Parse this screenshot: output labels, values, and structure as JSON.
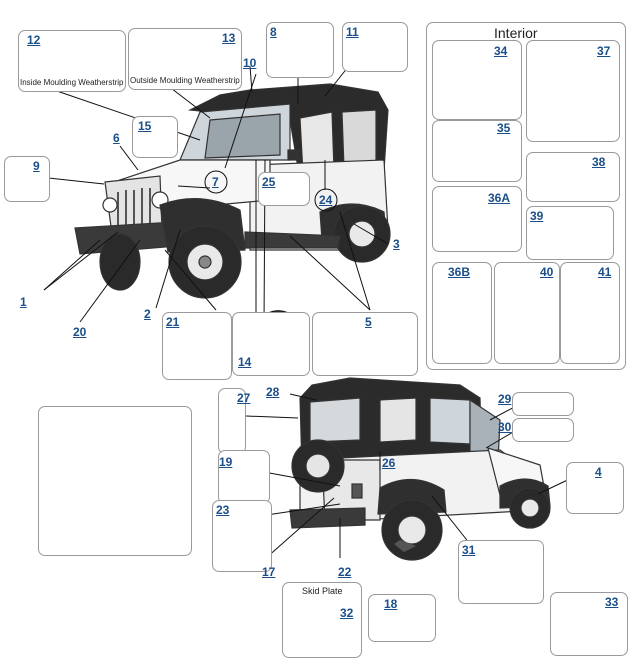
{
  "interior": {
    "title": "Interior"
  },
  "box_labels": {
    "inside_moulding": "Inside Moulding Weatherstrip",
    "outside_moulding": "Outside Moulding Weatherstrip",
    "skid_plate": "Skid Plate"
  },
  "callouts": {
    "n1": "1",
    "n2": "2",
    "n3": "3",
    "n4": "4",
    "n5": "5",
    "n6": "6",
    "n7": "7",
    "n8": "8",
    "n9": "9",
    "n10": "10",
    "n11": "11",
    "n12": "12",
    "n13": "13",
    "n14": "14",
    "n15": "15",
    "n17": "17",
    "n18": "18",
    "n19": "19",
    "n20": "20",
    "n21": "21",
    "n22": "22",
    "n23": "23",
    "n24": "24",
    "n25": "25",
    "n26": "26",
    "n27": "27",
    "n28": "28",
    "n29": "29",
    "n30": "30",
    "n31": "31",
    "n32": "32",
    "n33": "33",
    "n34": "34",
    "n35": "35",
    "n36a": "36A",
    "n36b": "36B",
    "n37": "37",
    "n38": "38",
    "n39": "39",
    "n40": "40",
    "n41": "41"
  },
  "colors": {
    "callout": "#1a4f8a",
    "outline": "#9a9a9a",
    "body": "#f4f4f4",
    "dark": "#2a2a2a"
  }
}
